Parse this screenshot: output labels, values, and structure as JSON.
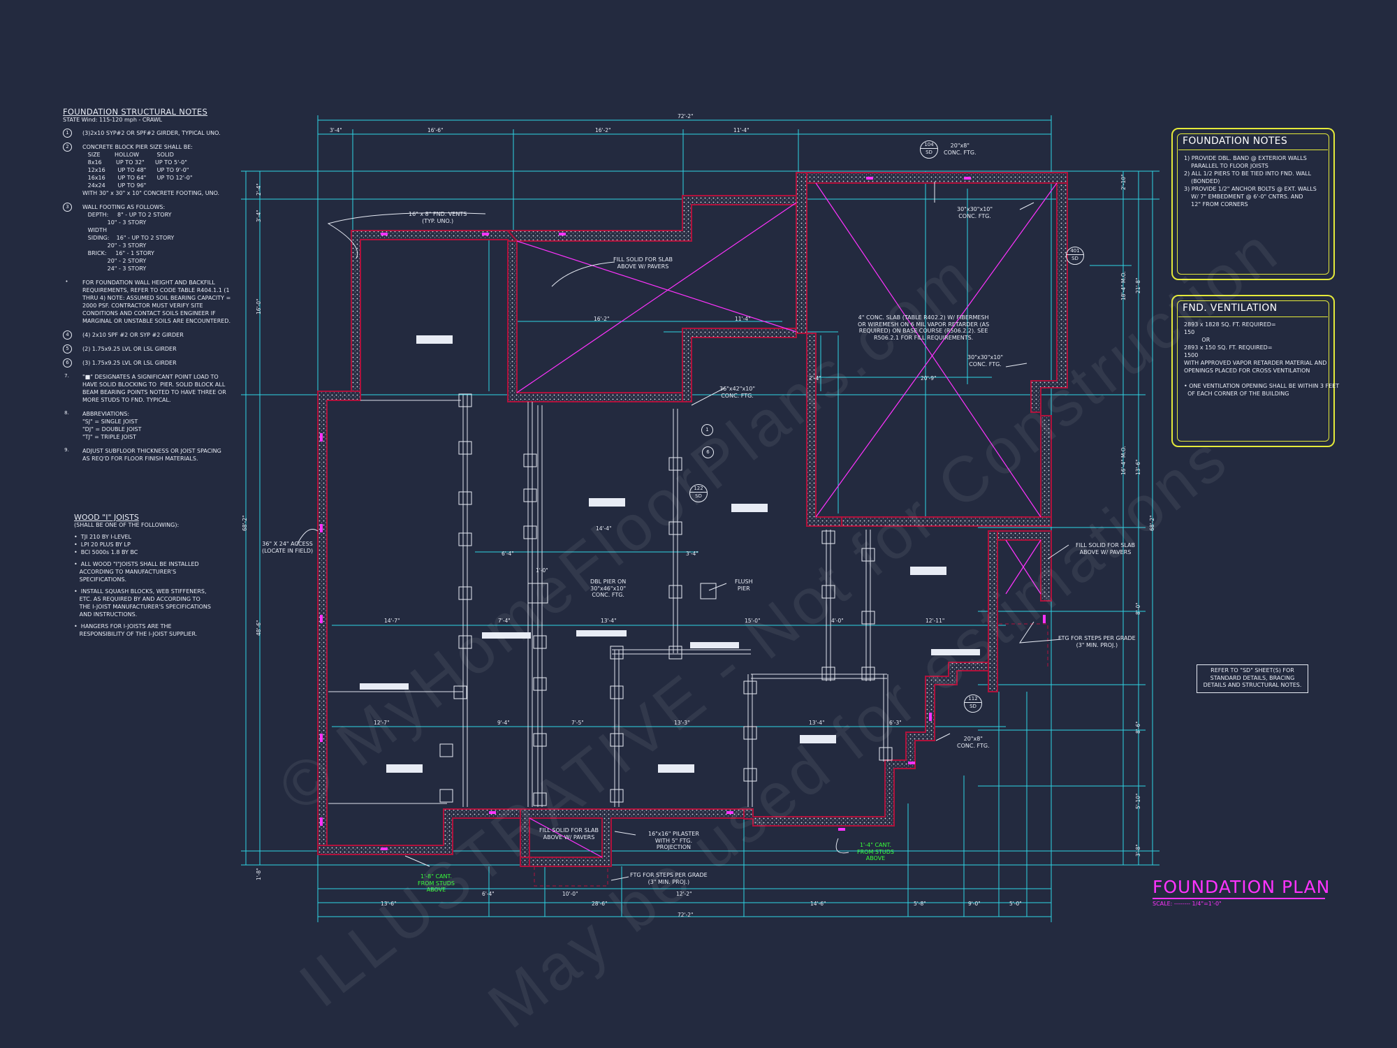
{
  "drawing": {
    "title": "FOUNDATION PLAN",
    "scale": "SCALE: -------- 1/4\"=1'-0\"",
    "colors": {
      "background": "#232a3f",
      "dimension": "#2fd5e6",
      "wall": "#b0123c",
      "accent": "#ff33ff",
      "box": "#e5ea3a",
      "green_note": "#39ff3a"
    }
  },
  "structural_notes": {
    "title": "FOUNDATION STRUCTURAL NOTES",
    "subtitle": "STATE Wind: 115-120 mph - CRAWL",
    "items": [
      {
        "num": "1",
        "lines": [
          "(3)2x10 SYP#2 OR SPF#2 GIRDER, TYPICAL UNO."
        ]
      },
      {
        "num": "2",
        "lines": [
          "CONCRETE BLOCK PIER SIZE SHALL BE:",
          "   SIZE        HOLLOW          SOLID",
          "   8x16        UP TO 32\"      UP TO 5'-0\"",
          "   12x16       UP TO 48\"      UP TO 9'-0\"",
          "   16x16       UP TO 64\"      UP TO 12'-0\"",
          "   24x24       UP TO 96\"",
          "WITH 30\" x 30\" x 10\" CONCRETE FOOTING, UNO."
        ]
      },
      {
        "num": "3",
        "lines": [
          "WALL FOOTING AS FOLLOWS:",
          "   DEPTH:     8\" - UP TO 2 STORY",
          "              10\" - 3 STORY",
          "   WIDTH",
          "   SIDING:    16\" - UP TO 2 STORY",
          "              20\" - 3 STORY",
          "   BRICK:     16\" - 1 STORY",
          "              20\" - 2 STORY",
          "              24\" - 3 STORY"
        ]
      },
      {
        "num": "•",
        "lines": [
          "FOR FOUNDATION WALL HEIGHT AND BACKFILL",
          "REQUIREMENTS, REFER TO CODE TABLE R404.1.1 (1",
          "THRU 4) NOTE: ASSUMED SOIL BEARING CAPACITY =",
          "2000 PSF. CONTRACTOR MUST VERIFY SITE",
          "CONDITIONS AND CONTACT SOILS ENGINEER IF",
          "MARGINAL OR UNSTABLE SOILS ARE ENCOUNTERED."
        ]
      },
      {
        "num": "4",
        "lines": [
          "(4) 2x10 SPF #2 OR SYP #2 GIRDER"
        ]
      },
      {
        "num": "5",
        "lines": [
          "(2) 1.75x9.25 LVL OR LSL GIRDER"
        ]
      },
      {
        "num": "6",
        "lines": [
          "(3) 1.75x9.25 LVL OR LSL GIRDER"
        ]
      },
      {
        "num": "7.",
        "lines": [
          "\"■\" DESIGNATES A SIGNIFICANT POINT LOAD TO",
          "HAVE SOLID BLOCKING TO  PIER. SOLID BLOCK ALL",
          "BEAM BEARING POINTS NOTED TO HAVE THREE OR",
          "MORE STUDS TO FND. TYPICAL."
        ]
      },
      {
        "num": "8.",
        "lines": [
          "ABBREVIATIONS:",
          "\"SJ\" = SINGLE JOIST",
          "\"DJ\" = DOUBLE JOIST",
          "\"TJ\" = TRIPLE JOIST"
        ]
      },
      {
        "num": "9.",
        "lines": [
          "ADJUST SUBFLOOR THICKNESS OR JOIST SPACING",
          "AS REQ'D FOR FLOOR FINISH MATERIALS."
        ]
      }
    ]
  },
  "wood_joists": {
    "title": "WOOD \"I\" JOISTS",
    "items": [
      "(SHALL BE ONE OF THE FOLLOWING):",
      "•  TJI 210 BY I-LEVEL\n•  LPI 20 PLUS BY LP\n•  BCI 5000s 1.8 BY BC",
      "•  ALL WOOD \"I\"JOISTS SHALL BE INSTALLED\n   ACCORDING TO MANUFACTURER'S\n   SPECIFICATIONS.",
      "•  INSTALL SQUASH BLOCKS, WEB STIFFENERS,\n   ETC. AS REQUIRED BY AND ACCORDING TO\n   THE I-JOIST MANUFACTURER'S SPECIFICATIONS\n   AND INSTRUCTIONS.",
      "•  HANGERS FOR I-JOISTS ARE THE\n   RESPONSIBILITY OF THE I-JOIST SUPPLIER."
    ]
  },
  "foundation_notes": {
    "title": "FOUNDATION NOTES",
    "text": "1) PROVIDE DBL. BAND @ EXTERIOR WALLS\n    PARALLEL TO FLOOR JOISTS\n2) ALL 1/2 PIERS TO BE TIED INTO FND. WALL\n    (BONDED)\n3) PROVIDE 1/2\" ANCHOR BOLTS @ EXT. WALLS\n    W/ 7\" EMBEDMENT @ 6'-0\" CNTRS. AND\n    12\" FROM CORNERS"
  },
  "fnd_ventilation": {
    "title": "FND. VENTILATION",
    "text": "2893 x 1828 SQ. FT. REQUIRED=\n150\n          OR\n2893 x 150 SQ. FT. REQUIRED=\n1500\nWITH APPROVED VAPOR RETARDER MATERIAL AND\nOPENINGS PLACED FOR CROSS VENTILATION\n\n• ONE VENTILATION OPENING SHALL BE WITHIN 3 FEET\n  OF EACH CORNER OF THE BUILDING"
  },
  "reference_note": "REFER TO \"SD\" SHEET(S) FOR\nSTANDARD DETAILS, BRACING\nDETAILS AND STRUCTURAL NOTES.",
  "callouts": {
    "vents": "16\" x 8\" FND. VENTS\n(TYP. UNO.)",
    "fill_slab_top": "FILL SOLID FOR SLAB\nABOVE W/ PAVERS",
    "conc_slab": "4\" CONC. SLAB (TABLE R402.2) W/ FIBERMESH\nOR WIREMESH ON 6 MIL VAPOR RETARDER (AS\nREQUIRED) ON BASE COURSE (R506.2.2). SEE\nR506.2.1 FOR FILL REQUIREMENTS.",
    "ftg_30_top": "30\"x30\"x10\"\nCONC. FTG.",
    "ftg_30_mid": "30\"x30\"x10\"\nCONC. FTG.",
    "ftg_20_top": "20\"x8\"\nCONC. FTG.",
    "ftg_36": "36\"x42\"x10\"\nCONC. FTG.",
    "dbl_pier": "DBL PIER ON\n30\"x46\"x10\"\nCONC. FTG.",
    "flush_pier": "FLUSH\nPIER",
    "access": "36\" X 24\" ACCESS\n(LOCATE IN FIELD)",
    "fill_slab_right": "FILL SOLID FOR SLAB\nABOVE W/ PAVERS",
    "ftg_steps_right": "FTG FOR STEPS PER GRADE\n(3\" MIN. PROJ.)",
    "ftg_20_bottom": "20\"x8\"\nCONC. FTG.",
    "fill_slab_bottom": "FILL SOLID FOR SLAB\nABOVE W/ PAVERS",
    "pilaster": "16\"x16\" PILASTER\nWITH 5\" FTG.\nPROJECTION",
    "ftg_steps_bottom": "FTG FOR STEPS PER GRADE\n(3\" MIN. PROJ.)",
    "cant_left": "1'-8\" CANT.\nFROM STUDS\nABOVE",
    "cant_right": "1'-4\" CANT.\nFROM STUDS\nABOVE"
  },
  "detail_tags": [
    {
      "top": "104",
      "bottom": "SD"
    },
    {
      "top": "401",
      "bottom": "SD"
    },
    {
      "top": "122",
      "bottom": "SD"
    },
    {
      "top": "112",
      "bottom": "SD"
    }
  ],
  "point_tags": [
    "1",
    "6"
  ],
  "dimensions": {
    "top_overall": "72'-2\"",
    "top_segments": [
      "3'-4\"",
      "16'-6\"",
      "16'-2\"",
      "11'-4\""
    ],
    "inner": [
      "16'-2\"",
      "11'-4\"",
      "14'-4\"",
      "6'-4\"",
      "3'-4\"",
      "1'-0\"",
      "2'-4\"",
      "20'-9\""
    ],
    "row1": [
      "14'-7\"",
      "7'-4\"",
      "13'-4\"",
      "15'-0\"",
      "4'-0\"",
      "12'-11\""
    ],
    "row2": [
      "12'-7\"",
      "9'-4\"",
      "7'-5\"",
      "13'-3\"",
      "13'-4\"",
      "6'-3\""
    ],
    "bottom_row1": [
      "6'-4\"",
      "10'-0\"",
      "12'-2\"",
      "14'-6\"",
      "5'-8\"",
      "9'-0\"",
      "5'-0\""
    ],
    "bottom_row2": [
      "13'-6\"",
      "28'-6\""
    ],
    "bottom_overall": "72'-2\"",
    "left_overall": "68'-2\"",
    "left_segs": [
      "2'-4\"",
      "3'-4\"",
      "16'-0\"",
      "48'-6\"",
      "1'-8\""
    ],
    "right_overall": "68'-2\"",
    "right_segs": [
      "2'-10\"",
      "21'-8\"",
      "18'-4\" M.O.",
      "13'-6\"",
      "16'-4\" M.O.",
      "8'-0\"",
      "8'-6\"",
      "5'-10\"",
      "3'-8\""
    ]
  },
  "watermark": [
    "© MyHomeFloorPlans.com",
    "ILLUSTRATIVE - Not for Construction",
    "May be used for estimations"
  ]
}
